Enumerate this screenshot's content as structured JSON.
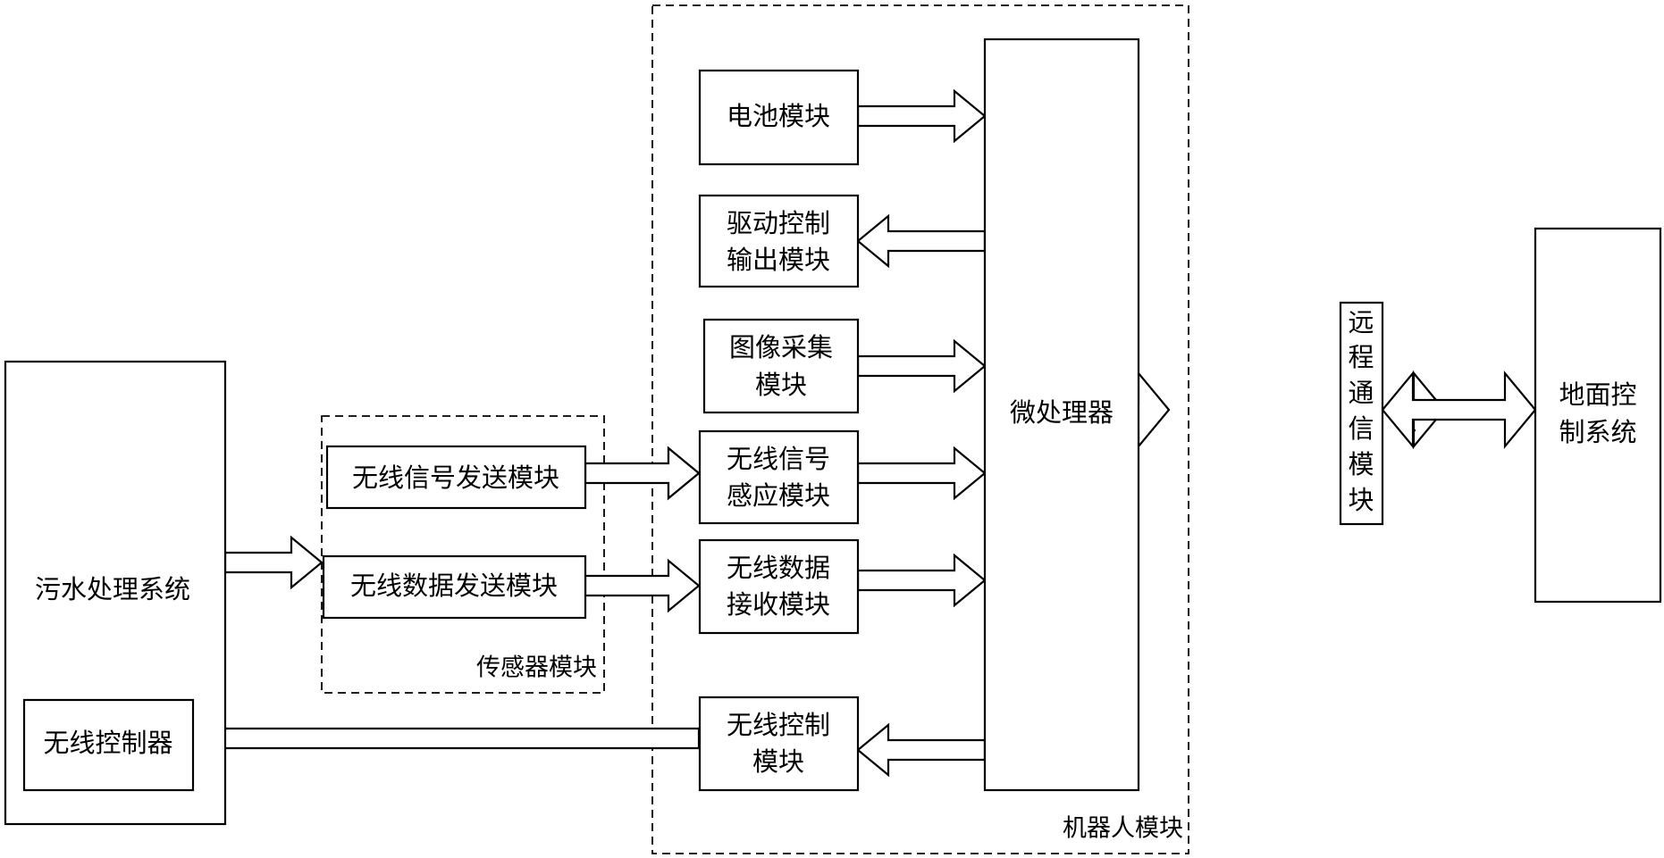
{
  "diagram": {
    "sewage_system": "污水处理系统",
    "wireless_controller": "无线控制器",
    "sensor_module": {
      "caption": "传感器模块",
      "wireless_signal_tx": "无线信号发送模块",
      "wireless_data_tx": "无线数据发送模块"
    },
    "robot_module": {
      "caption": "机器人模块",
      "battery": "电池模块",
      "drive_control_output": [
        "驱动控制",
        "输出模块"
      ],
      "image_capture": [
        "图像采集",
        "模块"
      ],
      "wireless_signal_sensing": [
        "无线信号",
        "感应模块"
      ],
      "wireless_data_receive": [
        "无线数据",
        "接收模块"
      ],
      "wireless_control": [
        "无线控制",
        "模块"
      ],
      "microprocessor": "微处理器"
    },
    "remote_comm": [
      "远",
      "程",
      "通",
      "信",
      "模",
      "块"
    ],
    "ground_control": [
      "地面控",
      "制系统"
    ]
  }
}
